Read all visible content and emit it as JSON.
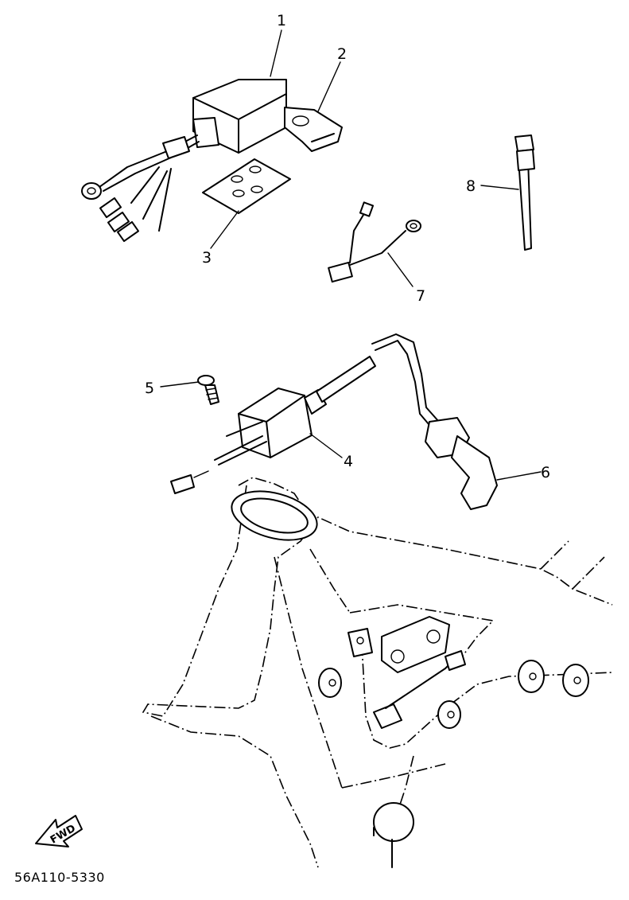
{
  "diagram": {
    "callouts": [
      {
        "id": "1",
        "label": "1"
      },
      {
        "id": "2",
        "label": "2"
      },
      {
        "id": "3",
        "label": "3"
      },
      {
        "id": "4",
        "label": "4"
      },
      {
        "id": "5",
        "label": "5"
      },
      {
        "id": "6",
        "label": "6"
      },
      {
        "id": "7",
        "label": "7"
      },
      {
        "id": "8",
        "label": "8"
      }
    ],
    "direction_label": "FWD",
    "drawing_code": "56A110-5330"
  }
}
